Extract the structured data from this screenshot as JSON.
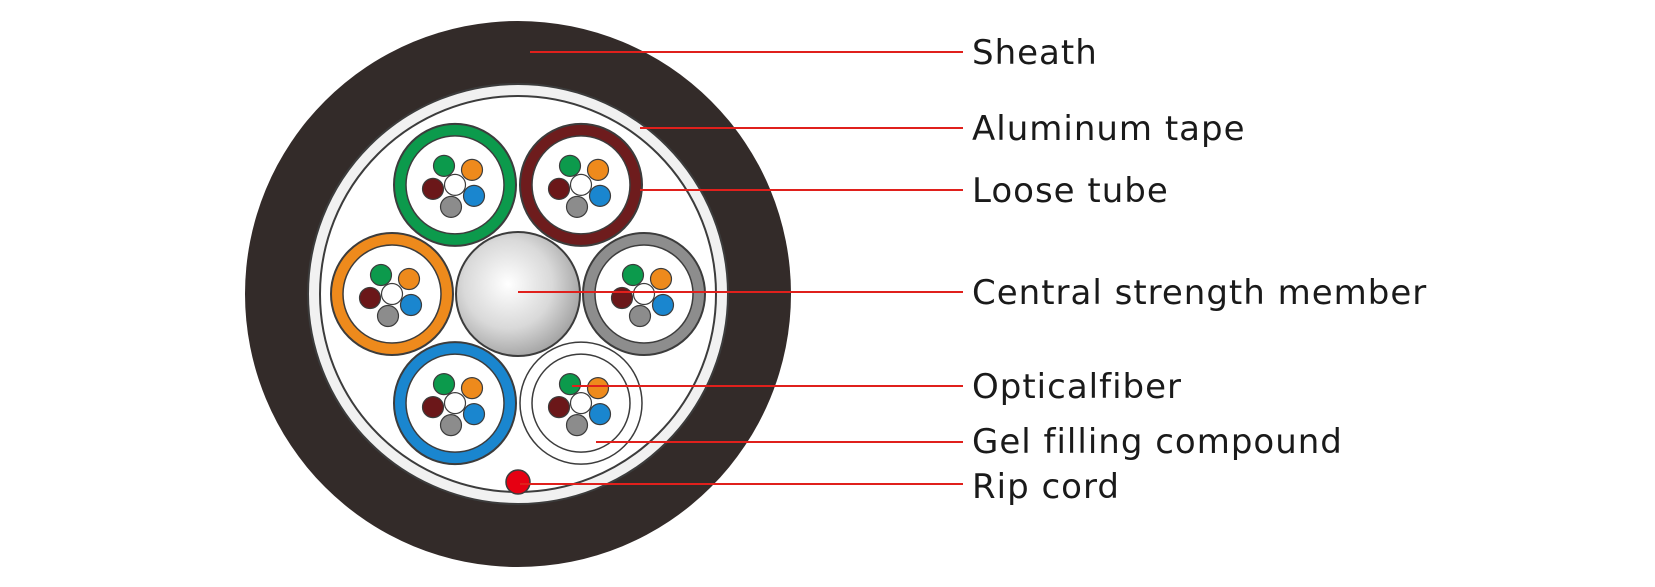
{
  "colors": {
    "sheath": "#332b29",
    "jacket_fill": "#ffffff",
    "tape_fill": "#f1f1f1",
    "outline": "#3c3c3c",
    "leader_line": "#e0201c",
    "rip_cord": "#e60012",
    "fiber_green": "#0c9a4c",
    "fiber_orange": "#ee8a1c",
    "fiber_brown": "#6b1719",
    "fiber_blue": "#1a86cf",
    "fiber_gray": "#8c8c8c",
    "fiber_white": "#ffffff"
  },
  "loose_tubes": [
    {
      "id": "tube-green",
      "color": "#0c9a4c"
    },
    {
      "id": "tube-brown",
      "color": "#6e1c1d"
    },
    {
      "id": "tube-orange",
      "color": "#ee8a1c"
    },
    {
      "id": "tube-gray",
      "color": "#8d8d8d"
    },
    {
      "id": "tube-blue",
      "color": "#1a86cf"
    },
    {
      "id": "tube-natural",
      "color": "#ffffff"
    }
  ],
  "labels": {
    "sheath": "Sheath",
    "aluminum_tape": "Aluminum tape",
    "loose_tube": "Loose tube",
    "central_strength_member": "Central strength member",
    "optical_fiber": "Opticalfiber",
    "gel_filling_compound": "Gel filling compound",
    "rip_cord": "Rip cord"
  }
}
